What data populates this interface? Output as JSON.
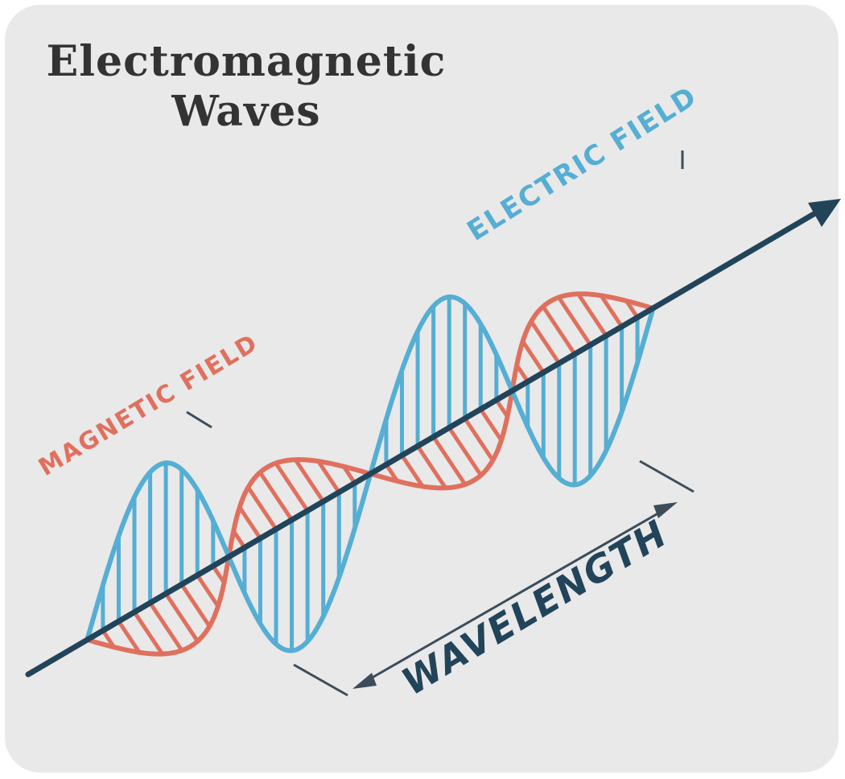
{
  "title_line1": "Electromagnetic",
  "title_line2": "Waves",
  "labels": {
    "electric_field": "ELECTRIC FIELD",
    "magnetic_field": "MAGNETIC FIELD",
    "wavelength": "WAVELENGTH"
  },
  "colors": {
    "background": "#e9e9e9",
    "electric": "#55aed3",
    "magnetic": "#e0705e",
    "axis": "#22445a",
    "title": "#333333"
  },
  "icons": [
    "arrow-head-icon",
    "double-arrow-icon"
  ]
}
